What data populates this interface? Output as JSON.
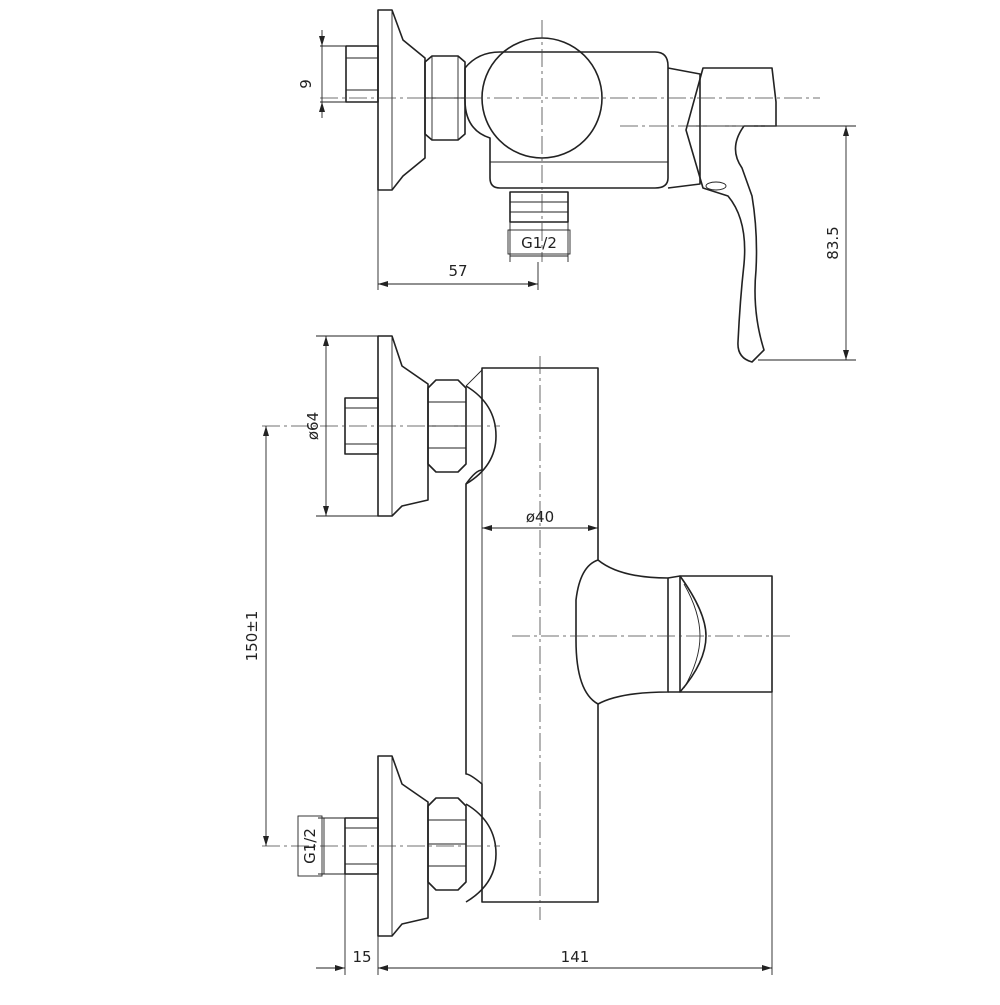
{
  "dimensions": {
    "top_pin": "9",
    "top_g12": "G1/2",
    "top_width": "57",
    "handle_height": "83.5",
    "flange_dia": "ø64",
    "body_dia": "ø40",
    "center_dist": "150±1",
    "bottom_g12": "G1/2",
    "pin_length": "15",
    "total_length": "141"
  }
}
